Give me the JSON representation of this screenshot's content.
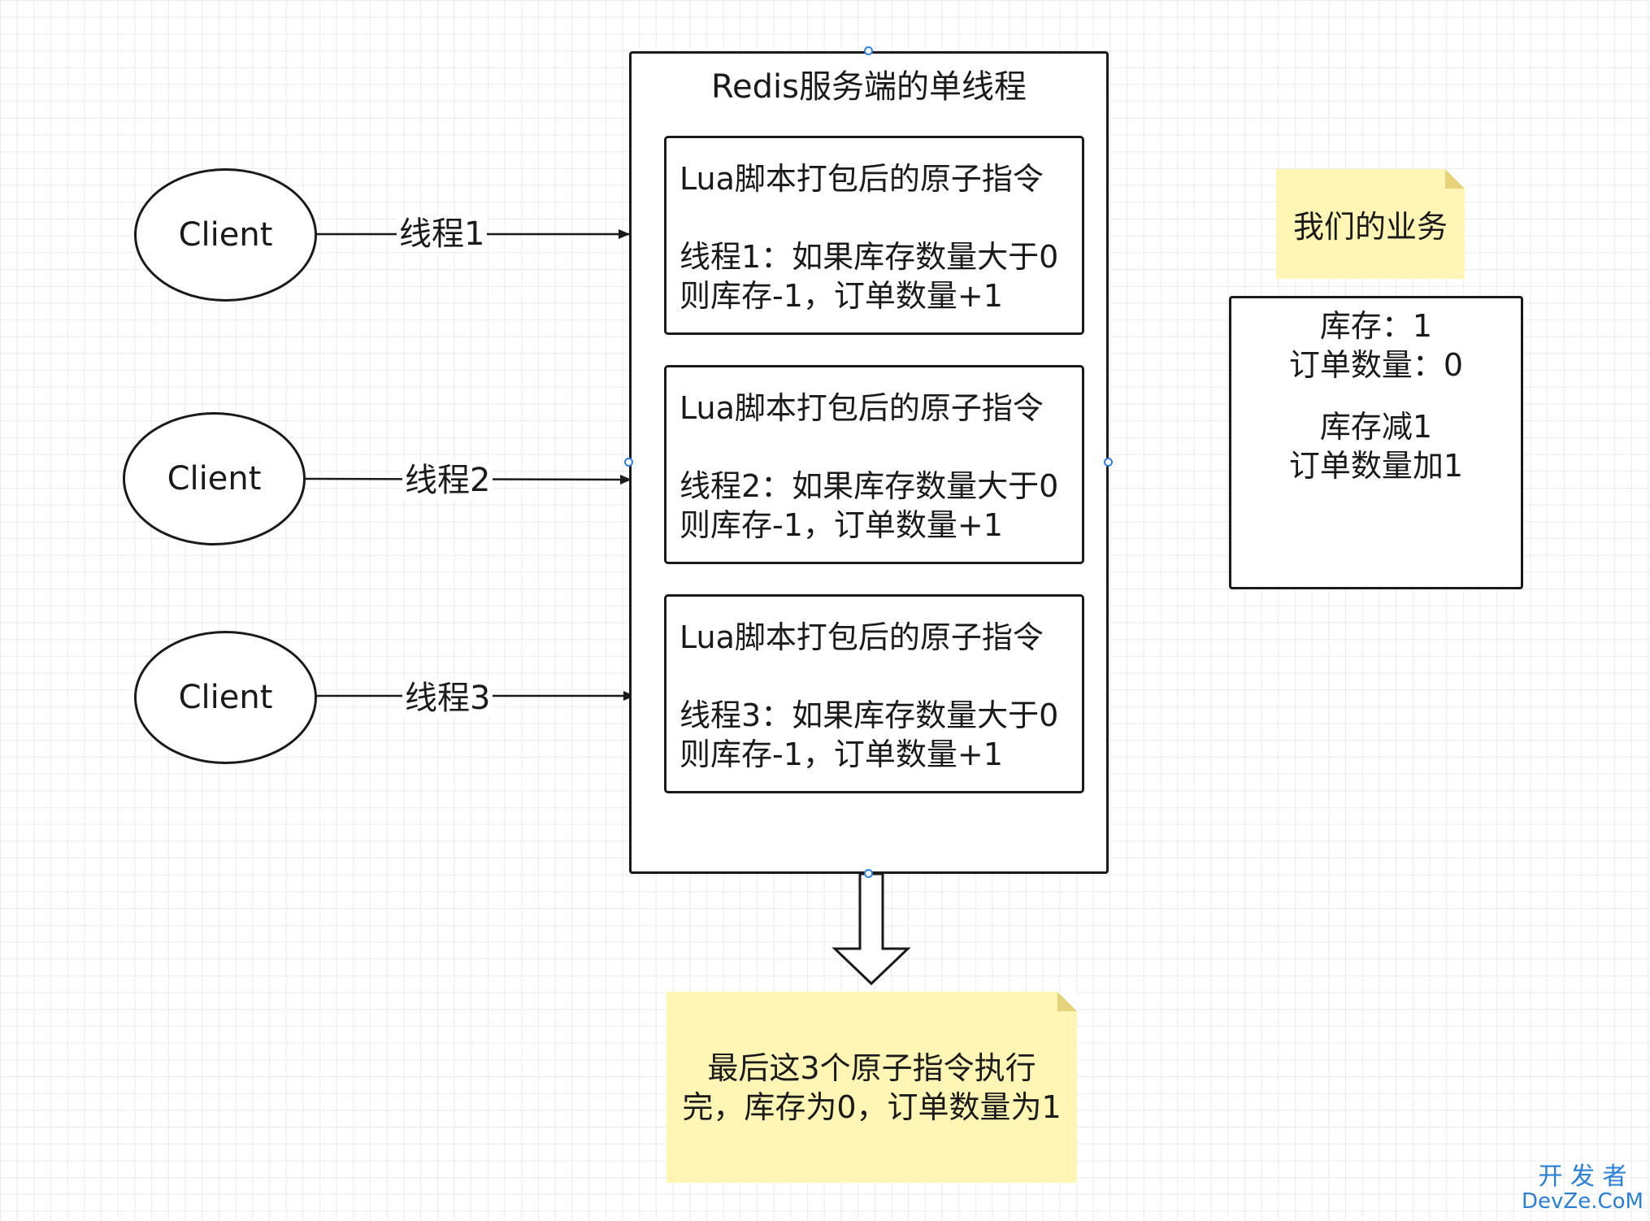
{
  "clients": [
    {
      "label": "Client",
      "thread": "线程1"
    },
    {
      "label": "Client",
      "thread": "线程2"
    },
    {
      "label": "Client",
      "thread": "线程3"
    }
  ],
  "server": {
    "title": "Redis服务端的单线程",
    "blocks": [
      {
        "heading": "Lua脚本打包后的原子指令",
        "line1": "线程1：如果库存数量大于0",
        "line2": "则库存-1，订单数量+1"
      },
      {
        "heading": "Lua脚本打包后的原子指令",
        "line1": "线程2：如果库存数量大于0",
        "line2": "则库存-1，订单数量+1"
      },
      {
        "heading": "Lua脚本打包后的原子指令",
        "line1": "线程3：如果库存数量大于0",
        "line2": "则库存-1，订单数量+1"
      }
    ]
  },
  "business": {
    "note": "我们的业务",
    "stock": "库存：1",
    "orders": "订单数量：0",
    "rule1": "库存减1",
    "rule2": "订单数量加1"
  },
  "result": {
    "line1": "最后这3个原子指令执行",
    "line2": "完，库存为0，订单数量为1"
  },
  "watermark": {
    "line1": "开 发 者",
    "line2": "DevZe.CoM"
  },
  "colors": {
    "stroke": "#1a1a1a",
    "note_fill": "#fff5b5",
    "handle": "#2f7fe0",
    "watermark": "#2a7fd4"
  }
}
